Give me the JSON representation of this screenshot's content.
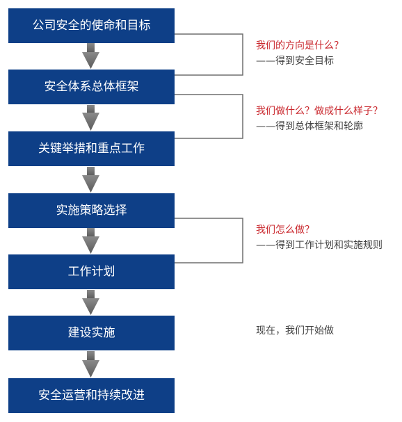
{
  "steps": [
    "公司安全的使命和目标",
    "安全体系总体框架",
    "关键举措和重点工作",
    "实施策略选择",
    "工作计划",
    "建设实施",
    "安全运营和持续改进"
  ],
  "notes": [
    {
      "question": "我们的方向是什么？",
      "answer": "——得到安全目标"
    },
    {
      "question": "我们做什么？做成什么样子？",
      "answer": "——得到总体框架和轮廓"
    },
    {
      "question": "我们怎么做？",
      "answer": "——得到工作计划和实施规则"
    },
    {
      "text": "现在，我们开始做"
    }
  ],
  "colors": {
    "box": "#0e3f87",
    "arrow": "#666666",
    "bracket": "#6e6e6e",
    "question": "#c9262c",
    "answer": "#444444"
  }
}
